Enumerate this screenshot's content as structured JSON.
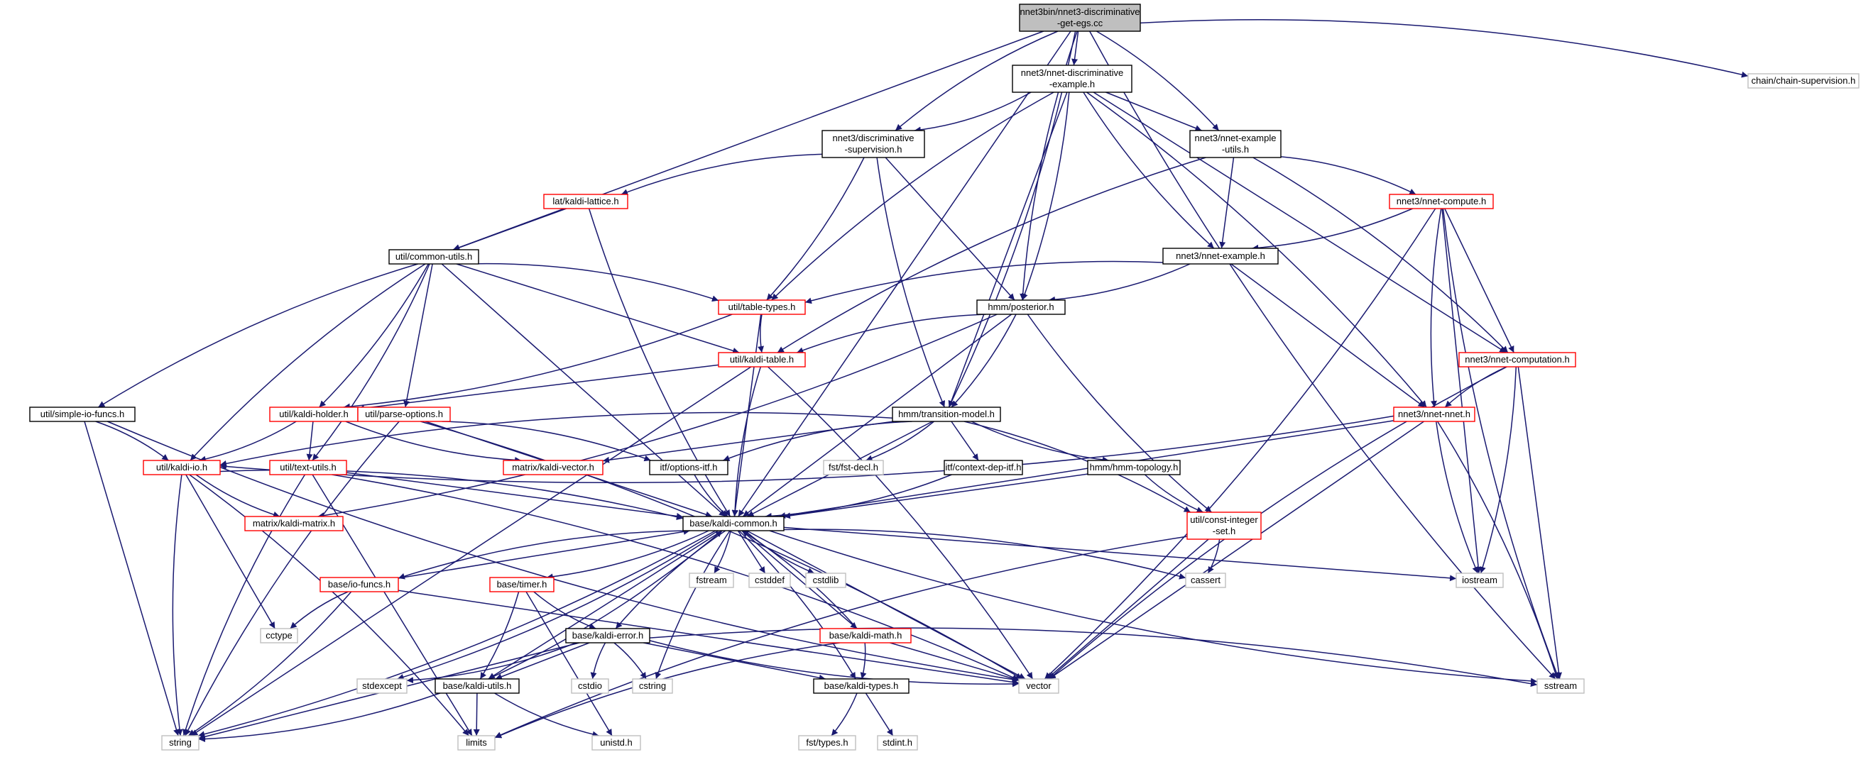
{
  "colors": {
    "edge": "#191970",
    "box_black": "#000000",
    "box_red": "#ff0000",
    "box_gray": "#bfbfbf",
    "root_fill": "#bfbfbf",
    "fill": "#ffffff"
  },
  "nodes": [
    {
      "id": "root",
      "lines": [
        "nnet3bin/nnet3-discriminative",
        "-get-egs.cc"
      ],
      "style": "root"
    },
    {
      "id": "chain",
      "lines": [
        "chain/chain-supervision.h"
      ],
      "style": "gray"
    },
    {
      "id": "nde",
      "lines": [
        "nnet3/nnet-discriminative",
        "-example.h"
      ],
      "style": "black"
    },
    {
      "id": "dsup",
      "lines": [
        "nnet3/discriminative",
        "-supervision.h"
      ],
      "style": "black"
    },
    {
      "id": "neu",
      "lines": [
        "nnet3/nnet-example",
        "-utils.h"
      ],
      "style": "black"
    },
    {
      "id": "lat",
      "lines": [
        "lat/kaldi-lattice.h"
      ],
      "style": "red"
    },
    {
      "id": "ncomp",
      "lines": [
        "nnet3/nnet-compute.h"
      ],
      "style": "red"
    },
    {
      "id": "cu",
      "lines": [
        "util/common-utils.h"
      ],
      "style": "black"
    },
    {
      "id": "ne",
      "lines": [
        "nnet3/nnet-example.h"
      ],
      "style": "black"
    },
    {
      "id": "tt",
      "lines": [
        "util/table-types.h"
      ],
      "style": "red"
    },
    {
      "id": "post",
      "lines": [
        "hmm/posterior.h"
      ],
      "style": "black"
    },
    {
      "id": "kt",
      "lines": [
        "util/kaldi-table.h"
      ],
      "style": "red"
    },
    {
      "id": "ncomputation",
      "lines": [
        "nnet3/nnet-computation.h"
      ],
      "style": "red"
    },
    {
      "id": "sio",
      "lines": [
        "util/simple-io-funcs.h"
      ],
      "style": "black"
    },
    {
      "id": "kh",
      "lines": [
        "util/kaldi-holder.h"
      ],
      "style": "red"
    },
    {
      "id": "po",
      "lines": [
        "util/parse-options.h"
      ],
      "style": "red"
    },
    {
      "id": "tm",
      "lines": [
        "hmm/transition-model.h"
      ],
      "style": "black"
    },
    {
      "id": "nn",
      "lines": [
        "nnet3/nnet-nnet.h"
      ],
      "style": "red"
    },
    {
      "id": "kio",
      "lines": [
        "util/kaldi-io.h"
      ],
      "style": "red"
    },
    {
      "id": "tu",
      "lines": [
        "util/text-utils.h"
      ],
      "style": "red"
    },
    {
      "id": "kv",
      "lines": [
        "matrix/kaldi-vector.h"
      ],
      "style": "red"
    },
    {
      "id": "oi",
      "lines": [
        "itf/options-itf.h"
      ],
      "style": "black"
    },
    {
      "id": "fd",
      "lines": [
        "fst/fst-decl.h"
      ],
      "style": "gray"
    },
    {
      "id": "cd",
      "lines": [
        "itf/context-dep-itf.h"
      ],
      "style": "black"
    },
    {
      "id": "ht",
      "lines": [
        "hmm/hmm-topology.h"
      ],
      "style": "black"
    },
    {
      "id": "km",
      "lines": [
        "matrix/kaldi-matrix.h"
      ],
      "style": "red"
    },
    {
      "id": "cis",
      "lines": [
        "util/const-integer",
        "-set.h"
      ],
      "style": "red"
    },
    {
      "id": "kc",
      "lines": [
        "base/kaldi-common.h"
      ],
      "style": "black"
    },
    {
      "id": "fstream",
      "lines": [
        "fstream"
      ],
      "style": "gray"
    },
    {
      "id": "cstddef",
      "lines": [
        "cstddef"
      ],
      "style": "gray"
    },
    {
      "id": "cstdlib",
      "lines": [
        "cstdlib"
      ],
      "style": "gray"
    },
    {
      "id": "cassert",
      "lines": [
        "cassert"
      ],
      "style": "gray"
    },
    {
      "id": "iostream",
      "lines": [
        "iostream"
      ],
      "style": "gray"
    },
    {
      "id": "iof",
      "lines": [
        "base/io-funcs.h"
      ],
      "style": "red"
    },
    {
      "id": "timer",
      "lines": [
        "base/timer.h"
      ],
      "style": "red"
    },
    {
      "id": "kmath",
      "lines": [
        "base/kaldi-math.h"
      ],
      "style": "red"
    },
    {
      "id": "cctype",
      "lines": [
        "cctype"
      ],
      "style": "gray"
    },
    {
      "id": "ke",
      "lines": [
        "base/kaldi-error.h"
      ],
      "style": "black"
    },
    {
      "id": "stdexcept",
      "lines": [
        "stdexcept"
      ],
      "style": "gray"
    },
    {
      "id": "ku",
      "lines": [
        "base/kaldi-utils.h"
      ],
      "style": "black"
    },
    {
      "id": "cstdio",
      "lines": [
        "cstdio"
      ],
      "style": "gray"
    },
    {
      "id": "cstring",
      "lines": [
        "cstring"
      ],
      "style": "gray"
    },
    {
      "id": "kty",
      "lines": [
        "base/kaldi-types.h"
      ],
      "style": "black"
    },
    {
      "id": "vector",
      "lines": [
        "vector"
      ],
      "style": "gray"
    },
    {
      "id": "sstream",
      "lines": [
        "sstream"
      ],
      "style": "gray"
    },
    {
      "id": "string",
      "lines": [
        "string"
      ],
      "style": "gray"
    },
    {
      "id": "limits",
      "lines": [
        "limits"
      ],
      "style": "gray"
    },
    {
      "id": "unistd",
      "lines": [
        "unistd.h"
      ],
      "style": "gray"
    },
    {
      "id": "ftypes",
      "lines": [
        "fst/types.h"
      ],
      "style": "gray"
    },
    {
      "id": "stdint",
      "lines": [
        "stdint.h"
      ],
      "style": "gray"
    }
  ],
  "edges": [
    [
      "root",
      "chain"
    ],
    [
      "root",
      "nde"
    ],
    [
      "root",
      "dsup"
    ],
    [
      "root",
      "neu"
    ],
    [
      "root",
      "cu"
    ],
    [
      "root",
      "post"
    ],
    [
      "root",
      "tm"
    ],
    [
      "root",
      "kc"
    ],
    [
      "root",
      "sstream"
    ],
    [
      "nde",
      "dsup"
    ],
    [
      "nde",
      "neu"
    ],
    [
      "nde",
      "tt"
    ],
    [
      "nde",
      "post"
    ],
    [
      "nde",
      "tm"
    ],
    [
      "nde",
      "ne"
    ],
    [
      "nde",
      "nn"
    ],
    [
      "nde",
      "ncomputation"
    ],
    [
      "dsup",
      "lat"
    ],
    [
      "dsup",
      "tt"
    ],
    [
      "dsup",
      "post"
    ],
    [
      "dsup",
      "tm"
    ],
    [
      "neu",
      "ncomp"
    ],
    [
      "neu",
      "ne"
    ],
    [
      "neu",
      "kt"
    ],
    [
      "neu",
      "ncomputation"
    ],
    [
      "lat",
      "cu"
    ],
    [
      "lat",
      "kc"
    ],
    [
      "ncomp",
      "ne"
    ],
    [
      "ncomp",
      "ncomputation"
    ],
    [
      "ncomp",
      "nn"
    ],
    [
      "ncomp",
      "vector"
    ],
    [
      "ncomp",
      "iostream"
    ],
    [
      "ncomp",
      "sstream"
    ],
    [
      "cu",
      "tt"
    ],
    [
      "cu",
      "kt"
    ],
    [
      "cu",
      "sio"
    ],
    [
      "cu",
      "kh"
    ],
    [
      "cu",
      "po"
    ],
    [
      "cu",
      "kio"
    ],
    [
      "cu",
      "tu"
    ],
    [
      "cu",
      "kc"
    ],
    [
      "ne",
      "tt"
    ],
    [
      "ne",
      "post"
    ],
    [
      "ne",
      "nn"
    ],
    [
      "tt",
      "kt"
    ],
    [
      "tt",
      "kh"
    ],
    [
      "tt",
      "kc"
    ],
    [
      "post",
      "kt"
    ],
    [
      "post",
      "tm"
    ],
    [
      "post",
      "kc"
    ],
    [
      "post",
      "cis"
    ],
    [
      "post",
      "km"
    ],
    [
      "kt",
      "kh"
    ],
    [
      "kt",
      "kc"
    ],
    [
      "kt",
      "vector"
    ],
    [
      "kt",
      "string"
    ],
    [
      "ncomputation",
      "nn"
    ],
    [
      "ncomputation",
      "iostream"
    ],
    [
      "ncomputation",
      "sstream"
    ],
    [
      "ncomputation",
      "vector"
    ],
    [
      "sio",
      "kio"
    ],
    [
      "sio",
      "string"
    ],
    [
      "sio",
      "vector"
    ],
    [
      "kh",
      "kio"
    ],
    [
      "kh",
      "tu"
    ],
    [
      "kh",
      "kv"
    ],
    [
      "po",
      "oi"
    ],
    [
      "po",
      "kc"
    ],
    [
      "po",
      "string"
    ],
    [
      "po",
      "vector"
    ],
    [
      "tm",
      "kv"
    ],
    [
      "tm",
      "oi"
    ],
    [
      "tm",
      "fd"
    ],
    [
      "tm",
      "cd"
    ],
    [
      "tm",
      "ht"
    ],
    [
      "tm",
      "cis"
    ],
    [
      "tm",
      "kc"
    ],
    [
      "tm",
      "kio"
    ],
    [
      "nn",
      "kio"
    ],
    [
      "nn",
      "kc"
    ],
    [
      "nn",
      "iostream"
    ],
    [
      "nn",
      "sstream"
    ],
    [
      "nn",
      "vector"
    ],
    [
      "kio",
      "km"
    ],
    [
      "kio",
      "kc"
    ],
    [
      "kio",
      "cctype"
    ],
    [
      "kio",
      "string"
    ],
    [
      "kio",
      "limits"
    ],
    [
      "tu",
      "kc"
    ],
    [
      "tu",
      "string"
    ],
    [
      "tu",
      "vector"
    ],
    [
      "tu",
      "limits"
    ],
    [
      "oi",
      "kc"
    ],
    [
      "cd",
      "kc"
    ],
    [
      "ht",
      "kc"
    ],
    [
      "ht",
      "cis"
    ],
    [
      "cis",
      "cassert"
    ],
    [
      "cis",
      "vector"
    ],
    [
      "cis",
      "limits"
    ],
    [
      "kc",
      "fstream"
    ],
    [
      "kc",
      "cstddef"
    ],
    [
      "kc",
      "cstdlib"
    ],
    [
      "kc",
      "cassert"
    ],
    [
      "kc",
      "iostream"
    ],
    [
      "kc",
      "iof"
    ],
    [
      "kc",
      "timer"
    ],
    [
      "kc",
      "kmath"
    ],
    [
      "kc",
      "ke"
    ],
    [
      "kc",
      "stdexcept"
    ],
    [
      "kc",
      "ku"
    ],
    [
      "kc",
      "cstring"
    ],
    [
      "kc",
      "kty"
    ],
    [
      "kc",
      "vector"
    ],
    [
      "kc",
      "sstream"
    ],
    [
      "kc",
      "string"
    ],
    [
      "iof",
      "kc"
    ],
    [
      "iof",
      "cctype"
    ],
    [
      "iof",
      "string"
    ],
    [
      "iof",
      "vector"
    ],
    [
      "timer",
      "ke"
    ],
    [
      "timer",
      "ku"
    ],
    [
      "timer",
      "unistd"
    ],
    [
      "kmath",
      "kc"
    ],
    [
      "kmath",
      "kty"
    ],
    [
      "kmath",
      "vector"
    ],
    [
      "kmath",
      "limits"
    ],
    [
      "ke",
      "stdexcept"
    ],
    [
      "ke",
      "ku"
    ],
    [
      "ke",
      "cstdio"
    ],
    [
      "ke",
      "cstring"
    ],
    [
      "ke",
      "kty"
    ],
    [
      "ke",
      "vector"
    ],
    [
      "ke",
      "sstream"
    ],
    [
      "ke",
      "string"
    ],
    [
      "ku",
      "kc"
    ],
    [
      "ku",
      "string"
    ],
    [
      "ku",
      "limits"
    ],
    [
      "ku",
      "unistd"
    ],
    [
      "kty",
      "ftypes"
    ],
    [
      "kty",
      "stdint"
    ]
  ]
}
